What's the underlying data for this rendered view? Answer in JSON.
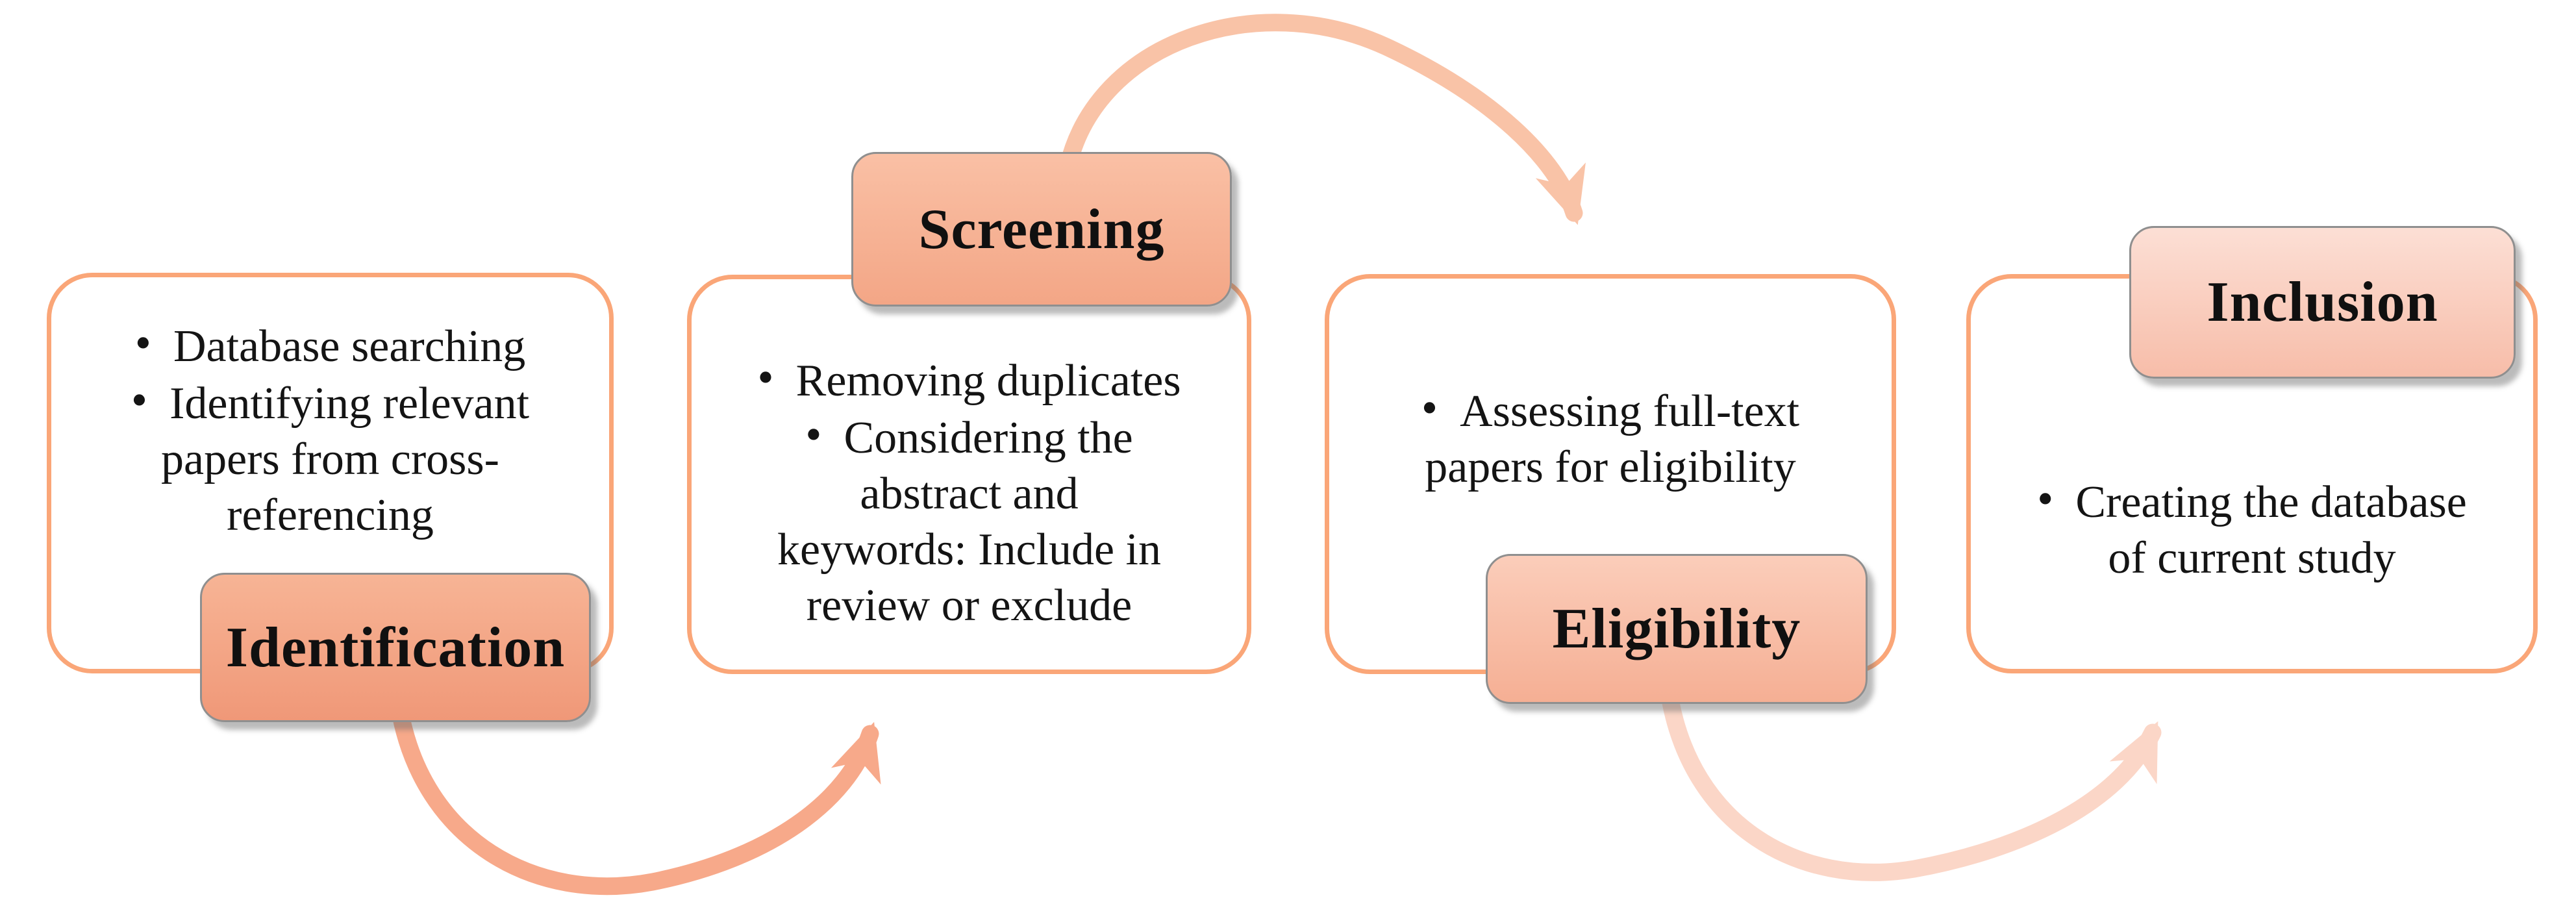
{
  "diagram": {
    "type": "process-flow",
    "bullet_char": "•",
    "text_color": "#141414",
    "box_border_color": "#faa678",
    "background_color": "#ffffff",
    "stages": [
      {
        "label": "Identification",
        "badge_position": "bottom",
        "badge_gradient": [
          "#f7b495",
          "#f09878"
        ],
        "bullets": [
          {
            "lines": [
              "Database searching"
            ]
          },
          {
            "lines": [
              "Identifying relevant",
              "papers from cross-",
              "referencing"
            ]
          }
        ]
      },
      {
        "label": "Screening",
        "badge_position": "top",
        "badge_gradient": [
          "#fac0a5",
          "#f3a686"
        ],
        "bullets": [
          {
            "lines": [
              "Removing duplicates"
            ]
          },
          {
            "lines": [
              "Considering the",
              "abstract and",
              "keywords: Include in",
              "review or exclude"
            ]
          }
        ]
      },
      {
        "label": "Eligibility",
        "badge_position": "bottom",
        "badge_gradient": [
          "#fbcdba",
          "#f5af94"
        ],
        "bullets": [
          {
            "lines": [
              "Assessing full-text",
              "papers for eligibility"
            ]
          }
        ]
      },
      {
        "label": "Inclusion",
        "badge_position": "top",
        "badge_gradient": [
          "#fcdfd5",
          "#f7bda9"
        ],
        "bullets": [
          {
            "lines": [
              "Creating the database",
              "of current study"
            ]
          }
        ]
      }
    ],
    "arrows": [
      {
        "name": "identification-to-screening",
        "shape": "u-curve-bottom",
        "color": "#f7a98a"
      },
      {
        "name": "screening-to-eligibility",
        "shape": "arc-top",
        "color": "#f9c3a7"
      },
      {
        "name": "eligibility-to-inclusion",
        "shape": "u-curve-bottom",
        "color": "#fbd6c7"
      }
    ]
  }
}
